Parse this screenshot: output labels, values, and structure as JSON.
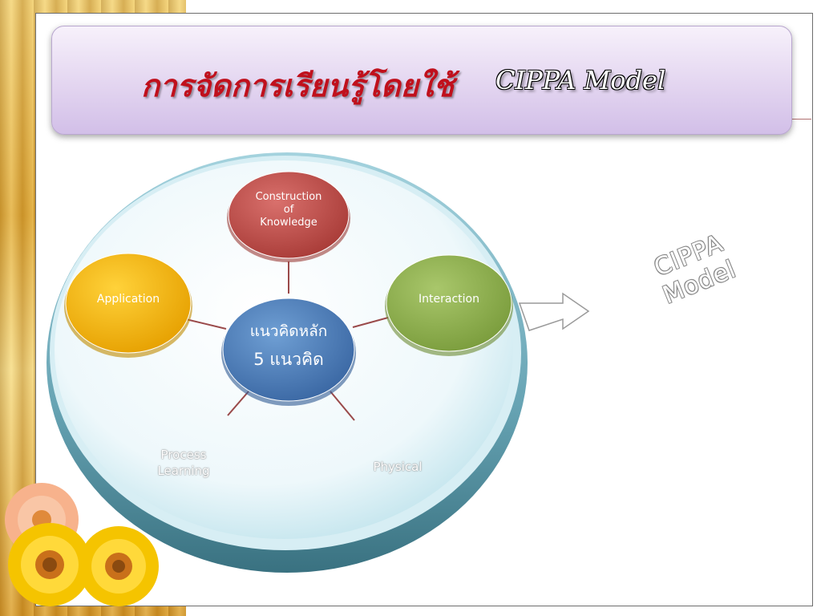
{
  "title": {
    "thai": "การจัดการเรียนรู้โดยใช้",
    "english": "CIPPA Model"
  },
  "diagram": {
    "center": {
      "line1": "แนวคิดหลัก",
      "line2": "5 แนวคิด"
    },
    "nodes": {
      "construction": "Construction\nof\nKnowledge",
      "application": "Application",
      "interaction": "Interaction",
      "process": "Process\nLearning",
      "physical": "Physical"
    },
    "arrow_label": "CIPPA\nModel"
  },
  "colors": {
    "title_red": "#c0101c",
    "construction": "#c0504d",
    "application": "#f2b705",
    "interaction": "#8fb050",
    "center": "#4f81bd"
  }
}
